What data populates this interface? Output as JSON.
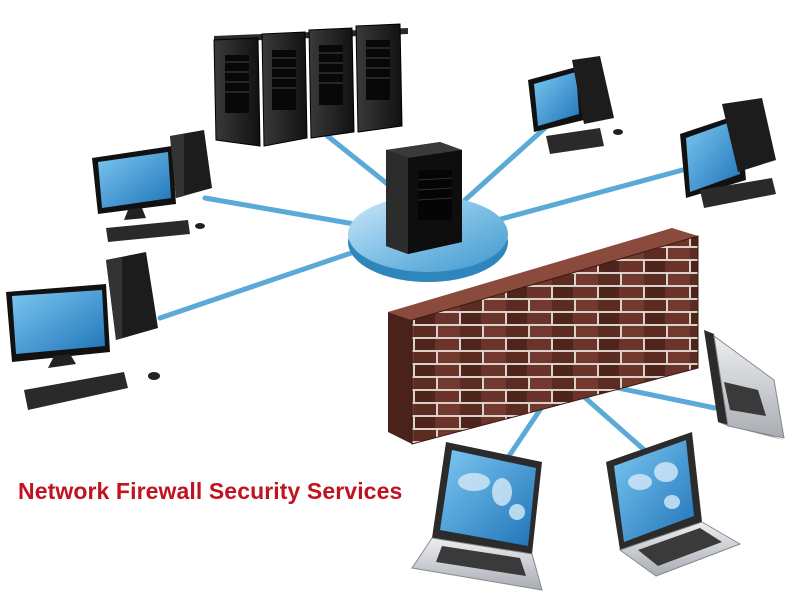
{
  "caption": {
    "text": "Network Firewall Security Services",
    "color": "#c1121f"
  },
  "colors": {
    "cable": "#5aa9d6",
    "hub": "#4fa6d5",
    "screen": "#2f8ed1",
    "tower": "#1b1b1b",
    "brick": "#5a2a22",
    "mortar": "#d8d2c8",
    "laptop_body": "#c9ccd1"
  },
  "diagram": {
    "hub_icon": "central-server-hub",
    "nodes": [
      {
        "icon": "server-rack-icon"
      },
      {
        "icon": "central-server-icon"
      },
      {
        "icon": "desktop-computer-icon",
        "side": "left-upper"
      },
      {
        "icon": "desktop-computer-icon",
        "side": "left-lower"
      },
      {
        "icon": "desktop-computer-icon",
        "side": "right-upper"
      },
      {
        "icon": "desktop-computer-icon",
        "side": "right-middle"
      },
      {
        "icon": "firewall-brick-wall-icon"
      },
      {
        "icon": "laptop-world-map-icon",
        "side": "bottom-left"
      },
      {
        "icon": "laptop-world-map-icon",
        "side": "bottom-middle"
      },
      {
        "icon": "laptop-icon",
        "side": "bottom-right"
      }
    ]
  }
}
